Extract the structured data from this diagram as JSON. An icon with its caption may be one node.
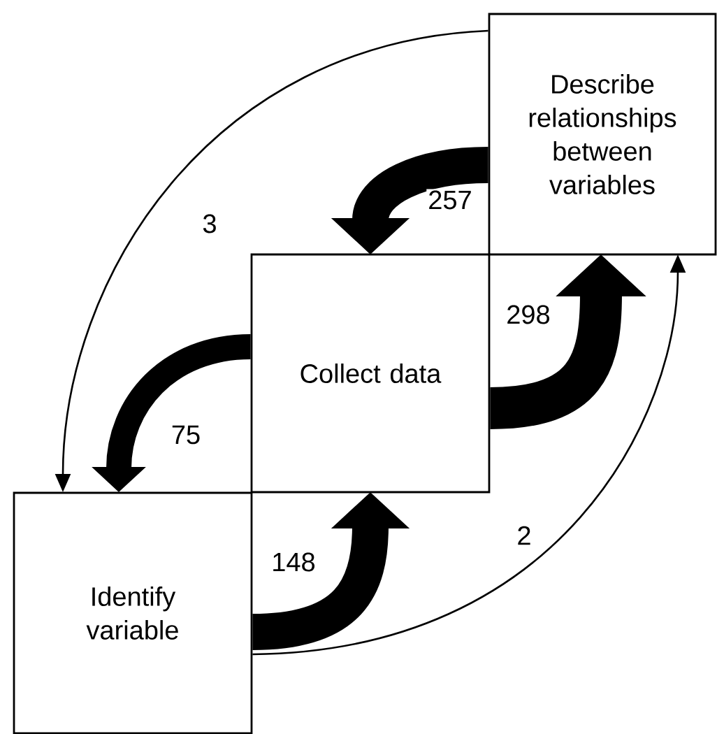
{
  "diagram": {
    "nodes": [
      {
        "text": [
          "Describe relationships between variables"
        ]
      },
      {
        "text": [
          "Collect data"
        ]
      },
      {
        "text": [
          "Identify variable"
        ]
      }
    ],
    "edges": [
      {
        "from": 0,
        "to": 1,
        "arrow": "to",
        "label": "257"
      },
      {
        "from": 0,
        "to": 2,
        "arrow": "to",
        "label": "3"
      },
      {
        "from": 1,
        "to": 2,
        "arrow": "to",
        "label": "75"
      },
      {
        "from": 1,
        "to": 0,
        "arrow": "to",
        "label": "298"
      },
      {
        "from": 2,
        "to": 1,
        "arrow": "to",
        "label": "148"
      },
      {
        "from": 2,
        "to": 0,
        "arrow": "to",
        "label": "2"
      }
    ]
  }
}
